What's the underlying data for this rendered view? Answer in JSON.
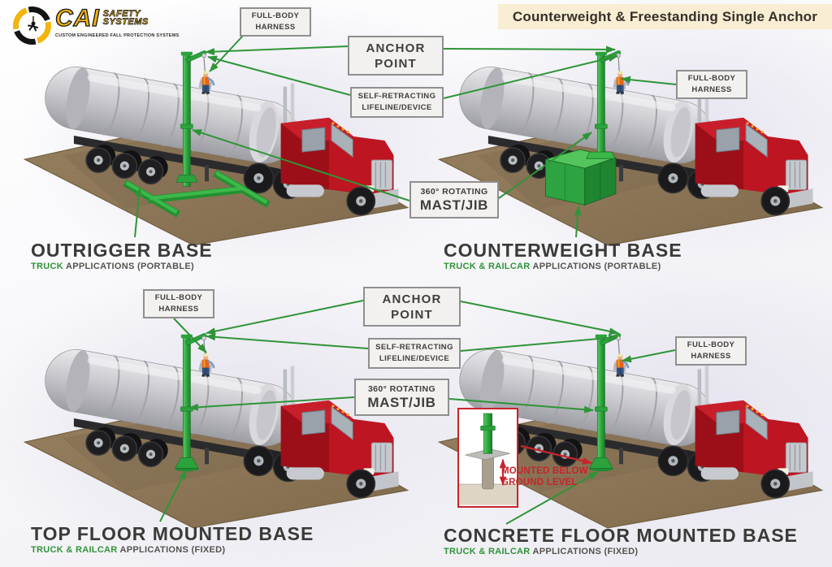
{
  "banner": {
    "title": "Counterweight & Freestanding Single Anchor"
  },
  "logo": {
    "brand": "CAI",
    "word1": "SAFETY",
    "word2": "SYSTEMS",
    "tagline": "CUSTOM ENGINEERED FALL PROTECTION SYSTEMS",
    "icon": "falling-person-icon"
  },
  "labels": {
    "full_body_line1": "FULL-BODY",
    "full_body_line2": "HARNESS",
    "anchor_line1": "ANCHOR",
    "anchor_line2": "POINT",
    "srl_line1": "SELF-RETRACTING",
    "srl_line2": "LIFELINE/DEVICE",
    "rot_line1": "360° ROTATING",
    "rot_line2": "MAST/JIB"
  },
  "quadrants": [
    {
      "title": "OUTRIGGER BASE",
      "highlight": "TRUCK",
      "rest": " APPLICATIONS (PORTABLE)"
    },
    {
      "title": "COUNTERWEIGHT BASE",
      "highlight": "TRUCK & RAILCAR",
      "rest": " APPLICATIONS (PORTABLE)"
    },
    {
      "title": "TOP FLOOR MOUNTED BASE",
      "highlight": "TRUCK & RAILCAR",
      "rest": " APPLICATIONS (FIXED)"
    },
    {
      "title": "CONCRETE FLOOR MOUNTED BASE",
      "highlight": "TRUCK & RAILCAR",
      "rest": " APPLICATIONS (FIXED)"
    }
  ],
  "inset": {
    "line1": "MOUNTED BELOW",
    "line2": "GROUND LEVEL"
  },
  "colors": {
    "accent_green": "#2f9438",
    "mast_green": "#2ba23c",
    "alert_red": "#c6252b",
    "banner_bg": "#f9edd3",
    "truck_red": "#bd1521",
    "ground_brown": "#8e7758"
  }
}
